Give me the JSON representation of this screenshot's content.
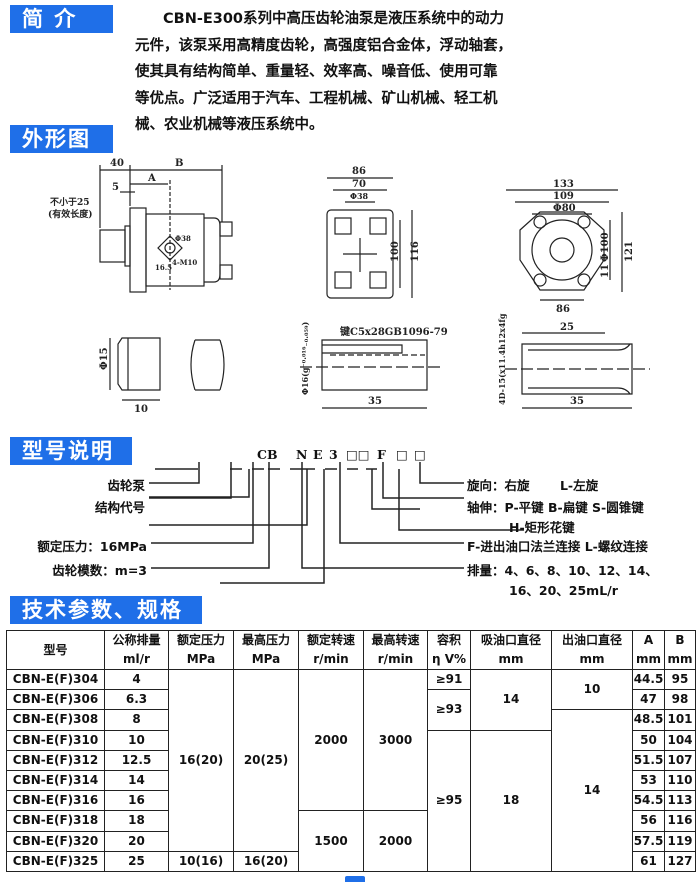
{
  "sections": {
    "intro": "简  介",
    "outline": "外形图",
    "model": "型号说明",
    "specs": "技术参数、规格"
  },
  "intro_lines": [
    "CBN-E300系列中高压齿轮油泵是液压系统中的动力",
    "元件，该泵采用高精度齿轮，高强度铝合金体，浮动轴套，",
    "使其具有结构简单、重量轻、效率高、噪音低、使用可靠",
    "等优点。广泛适用于汽车、工程机械、矿山机械、轻工机",
    "械、农业机械等液压系统中。"
  ],
  "drawing": {
    "side": {
      "d40": "40",
      "dB": "B",
      "dA": "A",
      "d5": "5",
      "min25": "不小于25",
      "eff": "(有效长度)",
      "phi38": "Φ38",
      "d165": "16.5",
      "m10": "4-M10"
    },
    "front": {
      "d86": "86",
      "d70": "70",
      "phi38": "Φ38",
      "d100": "100",
      "d116": "116"
    },
    "rear": {
      "d133": "133",
      "d109": "109",
      "phi80": "Φ80",
      "phi100": "Φ100",
      "d121": "121",
      "d11": "11",
      "d86": "86"
    },
    "shaft1": {
      "phi15": "Φ15",
      "d10": "10"
    },
    "shaft2": {
      "key": "键C5x28GB1096-79",
      "phi16": "Φ16(g⁻⁰·⁰¹⁶₋₀.₀₅₉)",
      "d35": "35"
    },
    "shaft3": {
      "spline": "4D-15(x11.4h12x4fg",
      "d25": "25",
      "d35": "35"
    }
  },
  "code": {
    "parts": [
      "CB",
      "N",
      "E",
      "3",
      "□□",
      "F",
      "□",
      "□"
    ],
    "left": [
      "齿轮泵",
      "结构代号",
      "额定压力：16MPa",
      "齿轮模数：m=3"
    ],
    "right": [
      "旋向：右旋       L-左旋",
      "轴伸：P-平键 B-扁键 S-圆锥键",
      "H-矩形花键",
      "F-进出油口法兰连接 L-螺纹连接",
      "排量：4、6、8、10、12、14、",
      "16、20、25mL/r"
    ]
  },
  "table": {
    "headers": [
      [
        "型号",
        ""
      ],
      [
        "公称排量",
        "ml/r"
      ],
      [
        "额定压力",
        "MPa"
      ],
      [
        "最高压力",
        "MPa"
      ],
      [
        "额定转速",
        "r/min"
      ],
      [
        "最高转速",
        "r/min"
      ],
      [
        "容积",
        "η V%"
      ],
      [
        "吸油口直径",
        "mm"
      ],
      [
        "出油口直径",
        "mm"
      ],
      [
        "A",
        "mm"
      ],
      [
        "B",
        "mm"
      ]
    ],
    "models": [
      "CBN-E(F)304",
      "CBN-E(F)306",
      "CBN-E(F)308",
      "CBN-E(F)310",
      "CBN-E(F)312",
      "CBN-E(F)314",
      "CBN-E(F)316",
      "CBN-E(F)318",
      "CBN-E(F)320",
      "CBN-E(F)325"
    ],
    "disp": [
      "4",
      "6.3",
      "8",
      "10",
      "12.5",
      "14",
      "16",
      "18",
      "20",
      "25"
    ],
    "rated_p": [
      "16(20)",
      "10(16)"
    ],
    "max_p": [
      "20(25)",
      "16(20)"
    ],
    "rated_s": [
      "2000",
      "1500"
    ],
    "max_s": [
      "3000",
      "2000"
    ],
    "eff": [
      "≥91",
      "≥93",
      "≥95"
    ],
    "inlet": [
      "14",
      "18"
    ],
    "outlet": [
      "10",
      "14"
    ],
    "A": [
      "44.5",
      "47",
      "48.5",
      "50",
      "51.5",
      "53",
      "54.5",
      "56",
      "57.5",
      "61"
    ],
    "B": [
      "95",
      "98",
      "101",
      "104",
      "107",
      "110",
      "113",
      "116",
      "119",
      "127"
    ]
  }
}
